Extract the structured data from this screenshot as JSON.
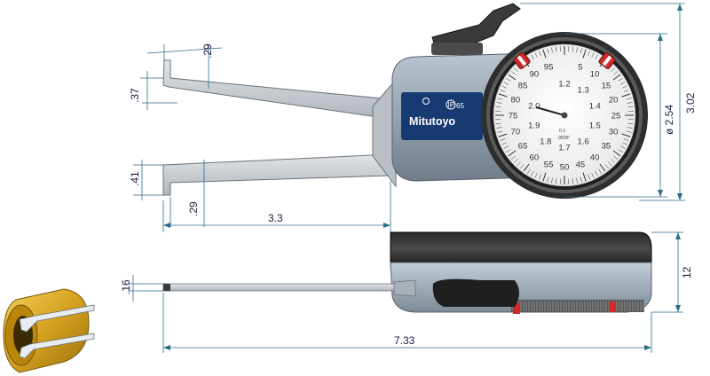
{
  "dimensions": {
    "top_tip_height": ".37",
    "top_tip_width": ".29",
    "bottom_tip_height": ".41",
    "bottom_tip_width": ".29",
    "jaw_length": "3.3",
    "dial_diameter": "ø 2.54",
    "overall_height": "3.02",
    "side_thickness": ".16",
    "side_height": "12",
    "overall_length": "7.33"
  },
  "gauge": {
    "brand": "Mitutoyo",
    "ip_rating": "65",
    "ip_symbol": "IP",
    "dial": {
      "outer_numbers": [
        "90",
        "95",
        "5",
        "10",
        "15",
        "20",
        "25",
        "30",
        "35",
        "40",
        "45",
        "50",
        "55",
        "60",
        "65",
        "70",
        "75",
        "80",
        "85"
      ],
      "inner_numbers": [
        "1.2",
        "1.3",
        "1.4",
        "1.5",
        "1.6",
        "1.7",
        "1.8",
        "1.9",
        "2.0"
      ],
      "resolution": ".0005\"",
      "range_mark": "0-1"
    }
  },
  "colors": {
    "body": "#98a6b3",
    "panel": "#183a73",
    "bezel": "#3c3c3c",
    "jaw": "#c9cfd4",
    "accent_red": "#d22a2a",
    "dimension_line": "#2a6a8a",
    "text": "#1a1a40",
    "brass": "#d4a11e"
  }
}
